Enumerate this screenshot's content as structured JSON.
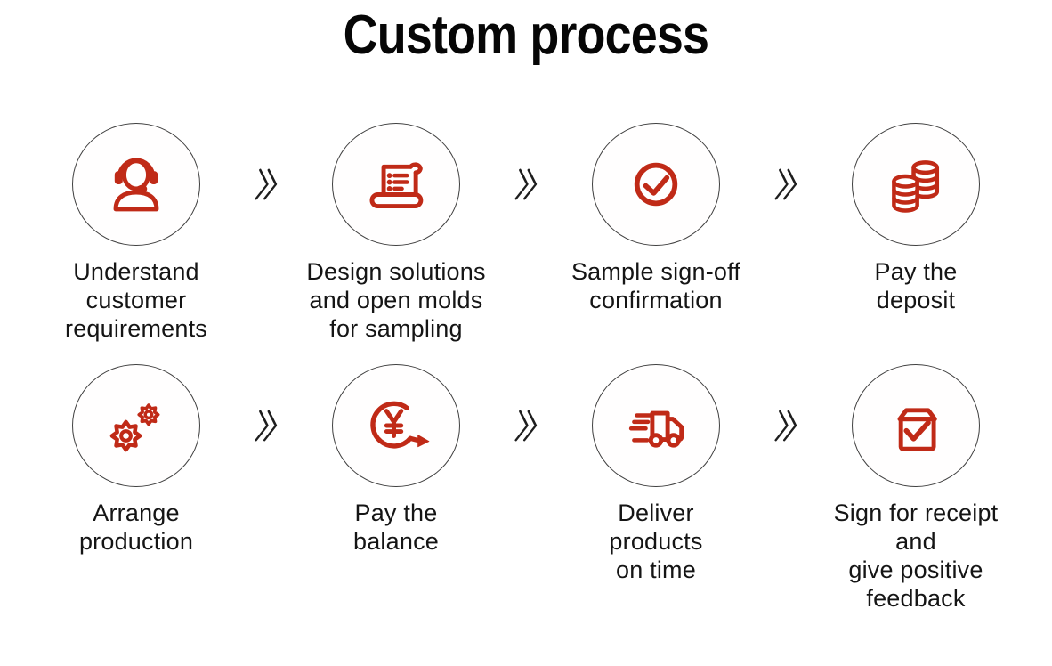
{
  "title": "Custom process",
  "colors": {
    "accent": "#C02A17",
    "circle_border": "#404040",
    "label_text": "#151515",
    "title_text": "#060606",
    "background": "#FFFFFF",
    "arrow": "#1E1E1E"
  },
  "arrow": {
    "name": "double-chevron-right",
    "symbol": "»"
  },
  "rows": [
    {
      "steps": [
        {
          "icon": "headset-agent-icon",
          "label": "Understand\ncustomer\nrequirements"
        },
        {
          "icon": "scroll-document-icon",
          "label": "Design solutions\nand open molds\nfor sampling"
        },
        {
          "icon": "check-circle-icon",
          "label": "Sample sign-off\nconfirmation"
        },
        {
          "icon": "coins-icon",
          "label": "Pay the\ndeposit"
        }
      ]
    },
    {
      "steps": [
        {
          "icon": "gears-icon",
          "label": "Arrange\nproduction"
        },
        {
          "icon": "yen-payment-icon",
          "label": "Pay the\nbalance"
        },
        {
          "icon": "delivery-truck-icon",
          "label": "Deliver\nproducts\non time"
        },
        {
          "icon": "package-check-icon",
          "label": "Sign for receipt\nand\ngive positive\nfeedback"
        }
      ]
    }
  ]
}
